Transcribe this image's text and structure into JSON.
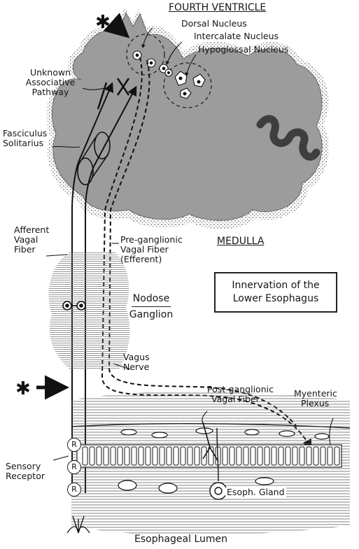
{
  "labels": {
    "fourth_ventricle": "FOURTH VENTRICLE",
    "dorsal_nucleus": "Dorsal Nucleus",
    "intercalate_nucleus": "Intercalate Nucleus",
    "hypoglossal_nucleus": "Hypoglossal Nucleus",
    "unknown_pathway": [
      "Unknown",
      "Associative",
      "Pathway"
    ],
    "fasciculus_solitarius": [
      "Fasciculus",
      "Solitarius"
    ],
    "afferent_vagal_fiber": [
      "Afferent",
      "Vagal",
      "Fiber"
    ],
    "preganglionic_fiber": [
      "Pre-ganglionic",
      "Vagal Fiber",
      "(Efferent)"
    ],
    "medulla": "MEDULLA",
    "nodose_ganglion": [
      "Nodose",
      "Ganglion"
    ],
    "vagus_nerve": [
      "Vagus",
      "Nerve"
    ],
    "postganglionic_fiber": [
      "Post-ganglionic",
      "Vagal Fiber"
    ],
    "myenteric_plexus": [
      "Myenteric",
      "Plexus"
    ],
    "sensory_receptor": [
      "Sensory",
      "Receptor"
    ],
    "esoph_gland": "Esoph. Gland",
    "esophageal_lumen": "Esophageal Lumen",
    "asterisk": "✱",
    "receptor_letter": "R"
  },
  "title": [
    "Innervation of the",
    "Lower Esophagus"
  ],
  "colors": {
    "medulla_fill": "#9c9c9c",
    "medulla_stipple": "#6e6e6e",
    "ganglion_hatch": "#8a8a8a",
    "ink": "#1a1a1a"
  }
}
